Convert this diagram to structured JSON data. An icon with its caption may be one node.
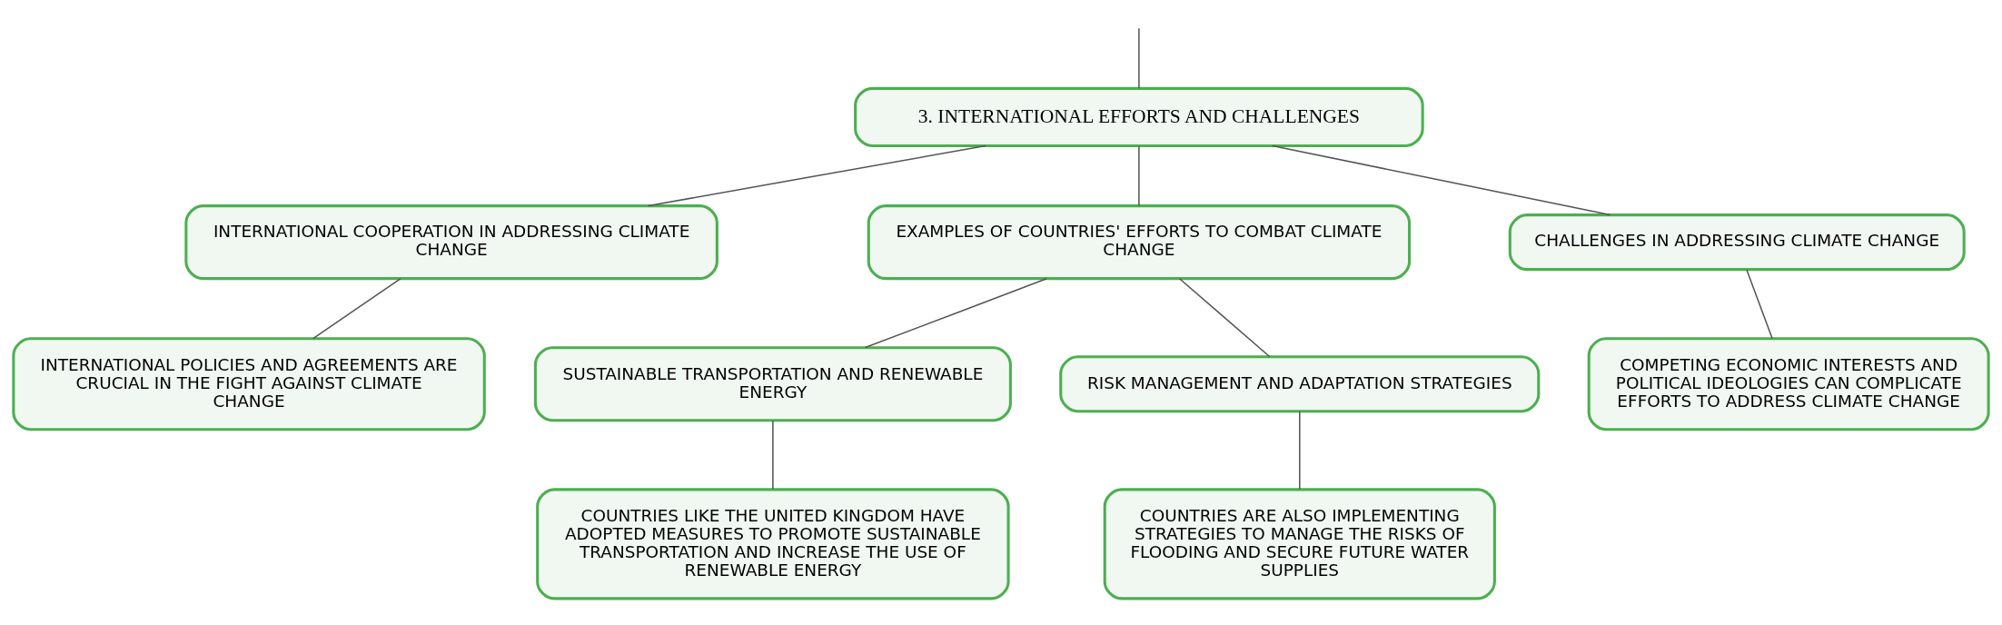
{
  "diagram": {
    "nodes": [
      {
        "text": [
          "3. INTERNATIONAL EFFORTS AND CHALLENGES"
        ]
      },
      {
        "text": [
          "INTERNATIONAL COOPERATION IN ADDRESSING CLIMATE CHANGE"
        ]
      },
      {
        "text": [
          "EXAMPLES OF COUNTRIES' EFFORTS TO COMBAT CLIMATE CHANGE"
        ]
      },
      {
        "text": [
          "CHALLENGES IN ADDRESSING CLIMATE CHANGE"
        ]
      },
      {
        "text": [
          "INTERNATIONAL POLICIES AND AGREEMENTS ARE CRUCIAL IN THE FIGHT AGAINST CLIMATE CHANGE"
        ]
      },
      {
        "text": [
          "SUSTAINABLE TRANSPORTATION AND RENEWABLE ENERGY"
        ]
      },
      {
        "text": [
          "RISK MANAGEMENT AND ADAPTATION STRATEGIES"
        ]
      },
      {
        "text": [
          "COUNTRIES LIKE THE UNITED KINGDOM HAVE ADOPTED MEASURES TO PROMOTE SUSTAINABLE TRANSPORTATION AND INCREASE THE USE OF RENEWABLE ENERGY"
        ]
      },
      {
        "text": [
          "COUNTRIES ARE ALSO IMPLEMENTING STRATEGIES TO MANAGE THE RISKS OF FLOODING AND SECURE FUTURE WATER SUPPLIES"
        ]
      },
      {
        "text": [
          "COMPETING ECONOMIC INTERESTS AND POLITICAL IDEOLOGIES CAN COMPLICATE EFFORTS TO ADDRESS CLIMATE CHANGE"
        ]
      }
    ],
    "edges": [
      {
        "from": null,
        "to": 0,
        "arrow": "none"
      },
      {
        "from": 0,
        "to": 1,
        "arrow": "none"
      },
      {
        "from": 0,
        "to": 2,
        "arrow": "none"
      },
      {
        "from": 0,
        "to": 3,
        "arrow": "none"
      },
      {
        "from": 1,
        "to": 4,
        "arrow": "none"
      },
      {
        "from": 2,
        "to": 5,
        "arrow": "none"
      },
      {
        "from": 2,
        "to": 6,
        "arrow": "none"
      },
      {
        "from": 5,
        "to": 7,
        "arrow": "none"
      },
      {
        "from": 6,
        "to": 8,
        "arrow": "none"
      },
      {
        "from": 3,
        "to": 9,
        "arrow": "none"
      }
    ]
  }
}
